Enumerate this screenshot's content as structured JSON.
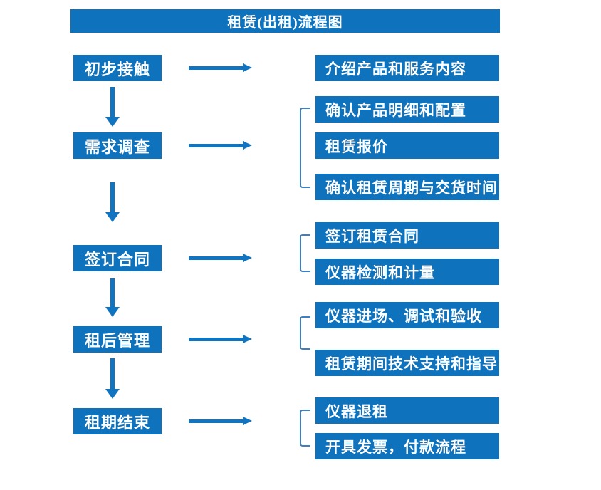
{
  "title": "租赁(出租)流程图",
  "colors": {
    "primary_blue": "#0e72bd",
    "arrow_blue": "#1074c0",
    "bracket_blue": "#3c80c2",
    "text": "#ffffff",
    "background": "#ffffff"
  },
  "steps": [
    {
      "label": "初步接触",
      "outputs": [
        "介绍产品和服务内容"
      ]
    },
    {
      "label": "需求调查",
      "outputs": [
        "确认产品明细和配置",
        "租赁报价",
        "确认租赁周期与交货时间"
      ]
    },
    {
      "label": "签订合同",
      "outputs": [
        "签订租赁合同",
        "仪器检测和计量"
      ]
    },
    {
      "label": "租后管理",
      "outputs": [
        "仪器进场、调试和验收",
        "租赁期间技术支持和指导"
      ]
    },
    {
      "label": "租期结束",
      "outputs": [
        "仪器退租",
        "开具发票，付款流程"
      ]
    }
  ]
}
